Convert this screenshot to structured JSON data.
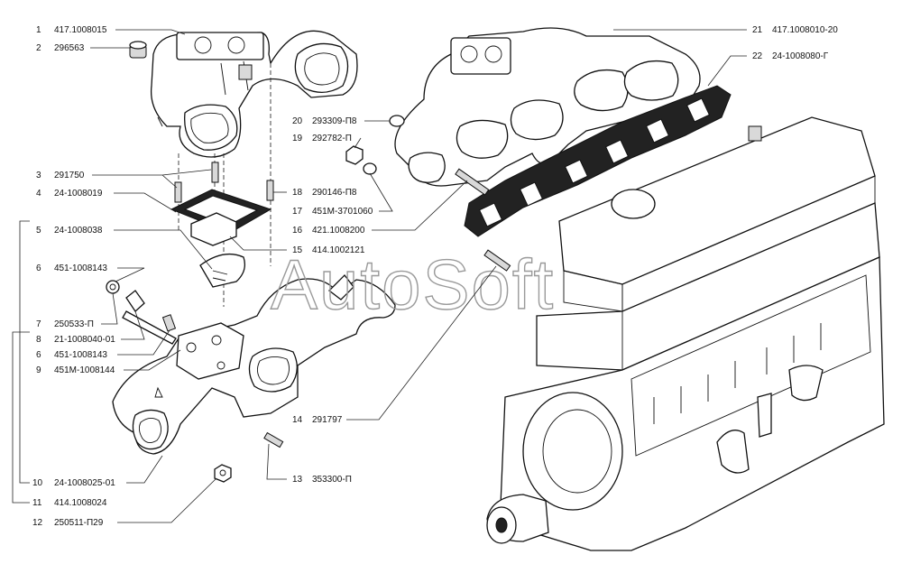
{
  "watermark": "AutoSoft",
  "callouts": [
    {
      "id": "c1",
      "num": "1",
      "code": "417.1008015"
    },
    {
      "id": "c2",
      "num": "2",
      "code": "296563"
    },
    {
      "id": "c3",
      "num": "3",
      "code": "291750"
    },
    {
      "id": "c4",
      "num": "4",
      "code": "24-1008019"
    },
    {
      "id": "c5",
      "num": "5",
      "code": "24-1008038"
    },
    {
      "id": "c6",
      "num": "6",
      "code": "451-1008143"
    },
    {
      "id": "c7",
      "num": "7",
      "code": "250533-П"
    },
    {
      "id": "c8",
      "num": "8",
      "code": "21-1008040-01"
    },
    {
      "id": "c6b",
      "num": "6",
      "code": "451-1008143"
    },
    {
      "id": "c9",
      "num": "9",
      "code": "451М-1008144"
    },
    {
      "id": "c10",
      "num": "10",
      "code": "24-1008025-01"
    },
    {
      "id": "c11",
      "num": "11",
      "code": "414.1008024"
    },
    {
      "id": "c12",
      "num": "12",
      "code": "250511-П29"
    },
    {
      "id": "c13",
      "num": "13",
      "code": "353300-П"
    },
    {
      "id": "c14",
      "num": "14",
      "code": "291797"
    },
    {
      "id": "c15",
      "num": "15",
      "code": "414.1002121"
    },
    {
      "id": "c16",
      "num": "16",
      "code": "421.1008200"
    },
    {
      "id": "c17",
      "num": "17",
      "code": "451М-3701060"
    },
    {
      "id": "c18",
      "num": "18",
      "code": "290146-П8"
    },
    {
      "id": "c19",
      "num": "19",
      "code": "292782-П"
    },
    {
      "id": "c20",
      "num": "20",
      "code": "293309-П8"
    },
    {
      "id": "c21",
      "num": "21",
      "code": "417.1008010-20"
    },
    {
      "id": "c22",
      "num": "22",
      "code": "24-1008080-Г"
    }
  ]
}
